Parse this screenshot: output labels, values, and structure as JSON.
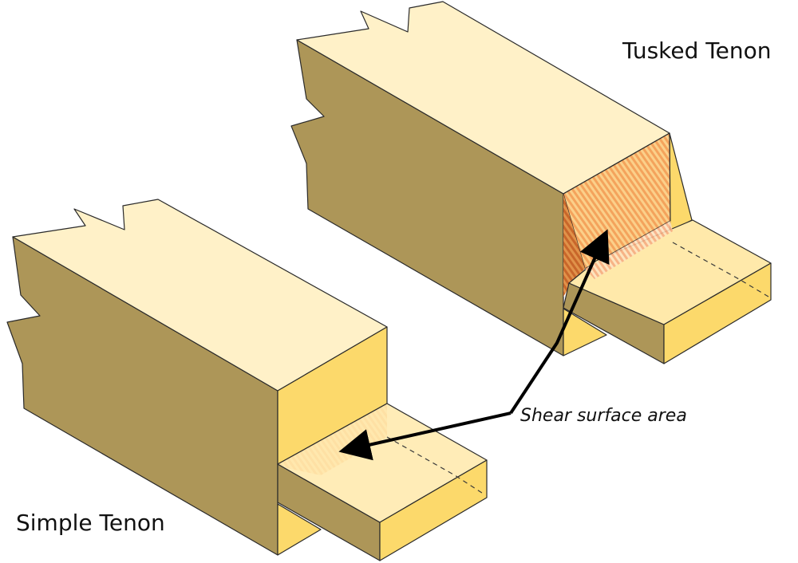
{
  "diagram": {
    "labels": {
      "tusked": "Tusked Tenon",
      "simple": "Simple Tenon",
      "callout": "Shear surface area"
    },
    "colors": {
      "top_face": "#fff1c8",
      "side_face_dark": "#ad9658",
      "end_face": "#fcd96b",
      "tenon_top": "#ffe9aa",
      "shear_hatch_a": "#f4a35c",
      "shear_hatch_b": "#fbd08a",
      "shear_dark_a": "#c8662a",
      "shear_dark_b": "#e0924a",
      "arrow": "#000000",
      "edge": "#2a2a2a"
    }
  }
}
